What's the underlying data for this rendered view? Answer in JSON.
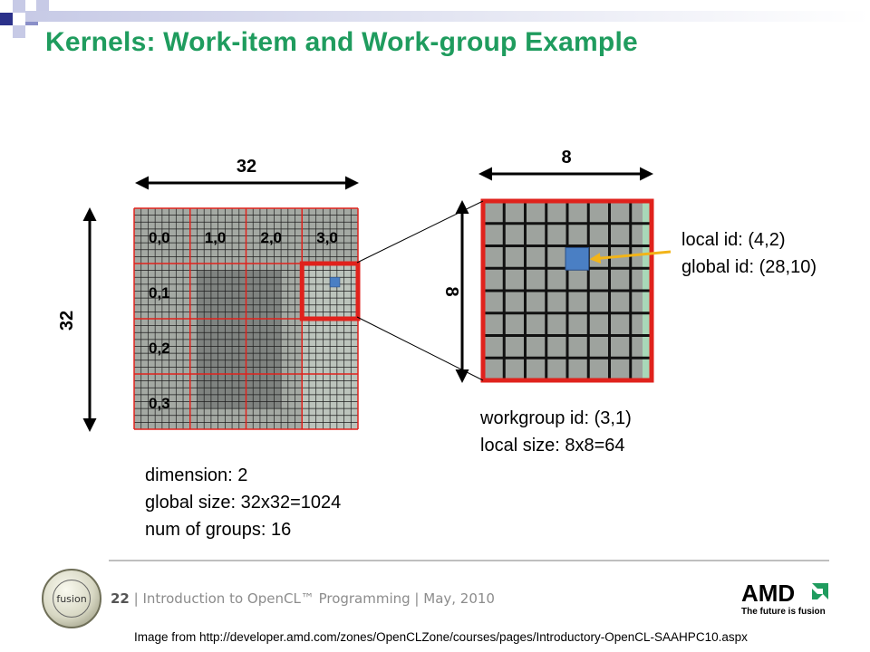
{
  "slide": {
    "title": "Kernels: Work-item and Work-group Example",
    "page_number": "22",
    "footer": "| Introduction to OpenCL™ Programming | May, 2010",
    "credit": "Image from http://developer.amd.com/zones/OpenCLZone/courses/pages/Introductory-OpenCL-SAAHPC10.aspx"
  },
  "logos": {
    "fusion": "fusion",
    "amd_word": "AMD",
    "amd_tagline": "The future is fusion"
  },
  "global_grid": {
    "width_label": "32",
    "height_label": "32",
    "columns": 32,
    "rows": 32,
    "group_columns": 4,
    "group_rows": 4,
    "column_labels": [
      "0,0",
      "1,0",
      "2,0",
      "3,0"
    ],
    "row_labels": [
      "0,1",
      "0,2",
      "0,3"
    ],
    "highlight_group": [
      3,
      1
    ],
    "highlight_item": [
      28,
      10
    ],
    "info": [
      "dimension: 2",
      "global size: 32x32=1024",
      "num of groups: 16"
    ]
  },
  "local_grid": {
    "width_label": "8",
    "height_label": "8",
    "columns": 8,
    "rows": 8,
    "highlight_item": [
      4,
      2
    ],
    "ids": [
      "local id: (4,2)",
      "global id: (28,10)"
    ],
    "info": [
      "workgroup id: (3,1)",
      "local size: 8x8=64"
    ]
  },
  "colors": {
    "title": "#1f9c5e",
    "grid_red": "#e0221c",
    "item_blue": "#4a7fc4",
    "arrow_yellow": "#f2b418",
    "cell_fill": "#9ea39e"
  },
  "icons": [
    "double-arrow-horizontal-icon",
    "double-arrow-vertical-icon",
    "pointer-arrow-icon",
    "fusion-logo-icon",
    "amd-logo-icon"
  ]
}
